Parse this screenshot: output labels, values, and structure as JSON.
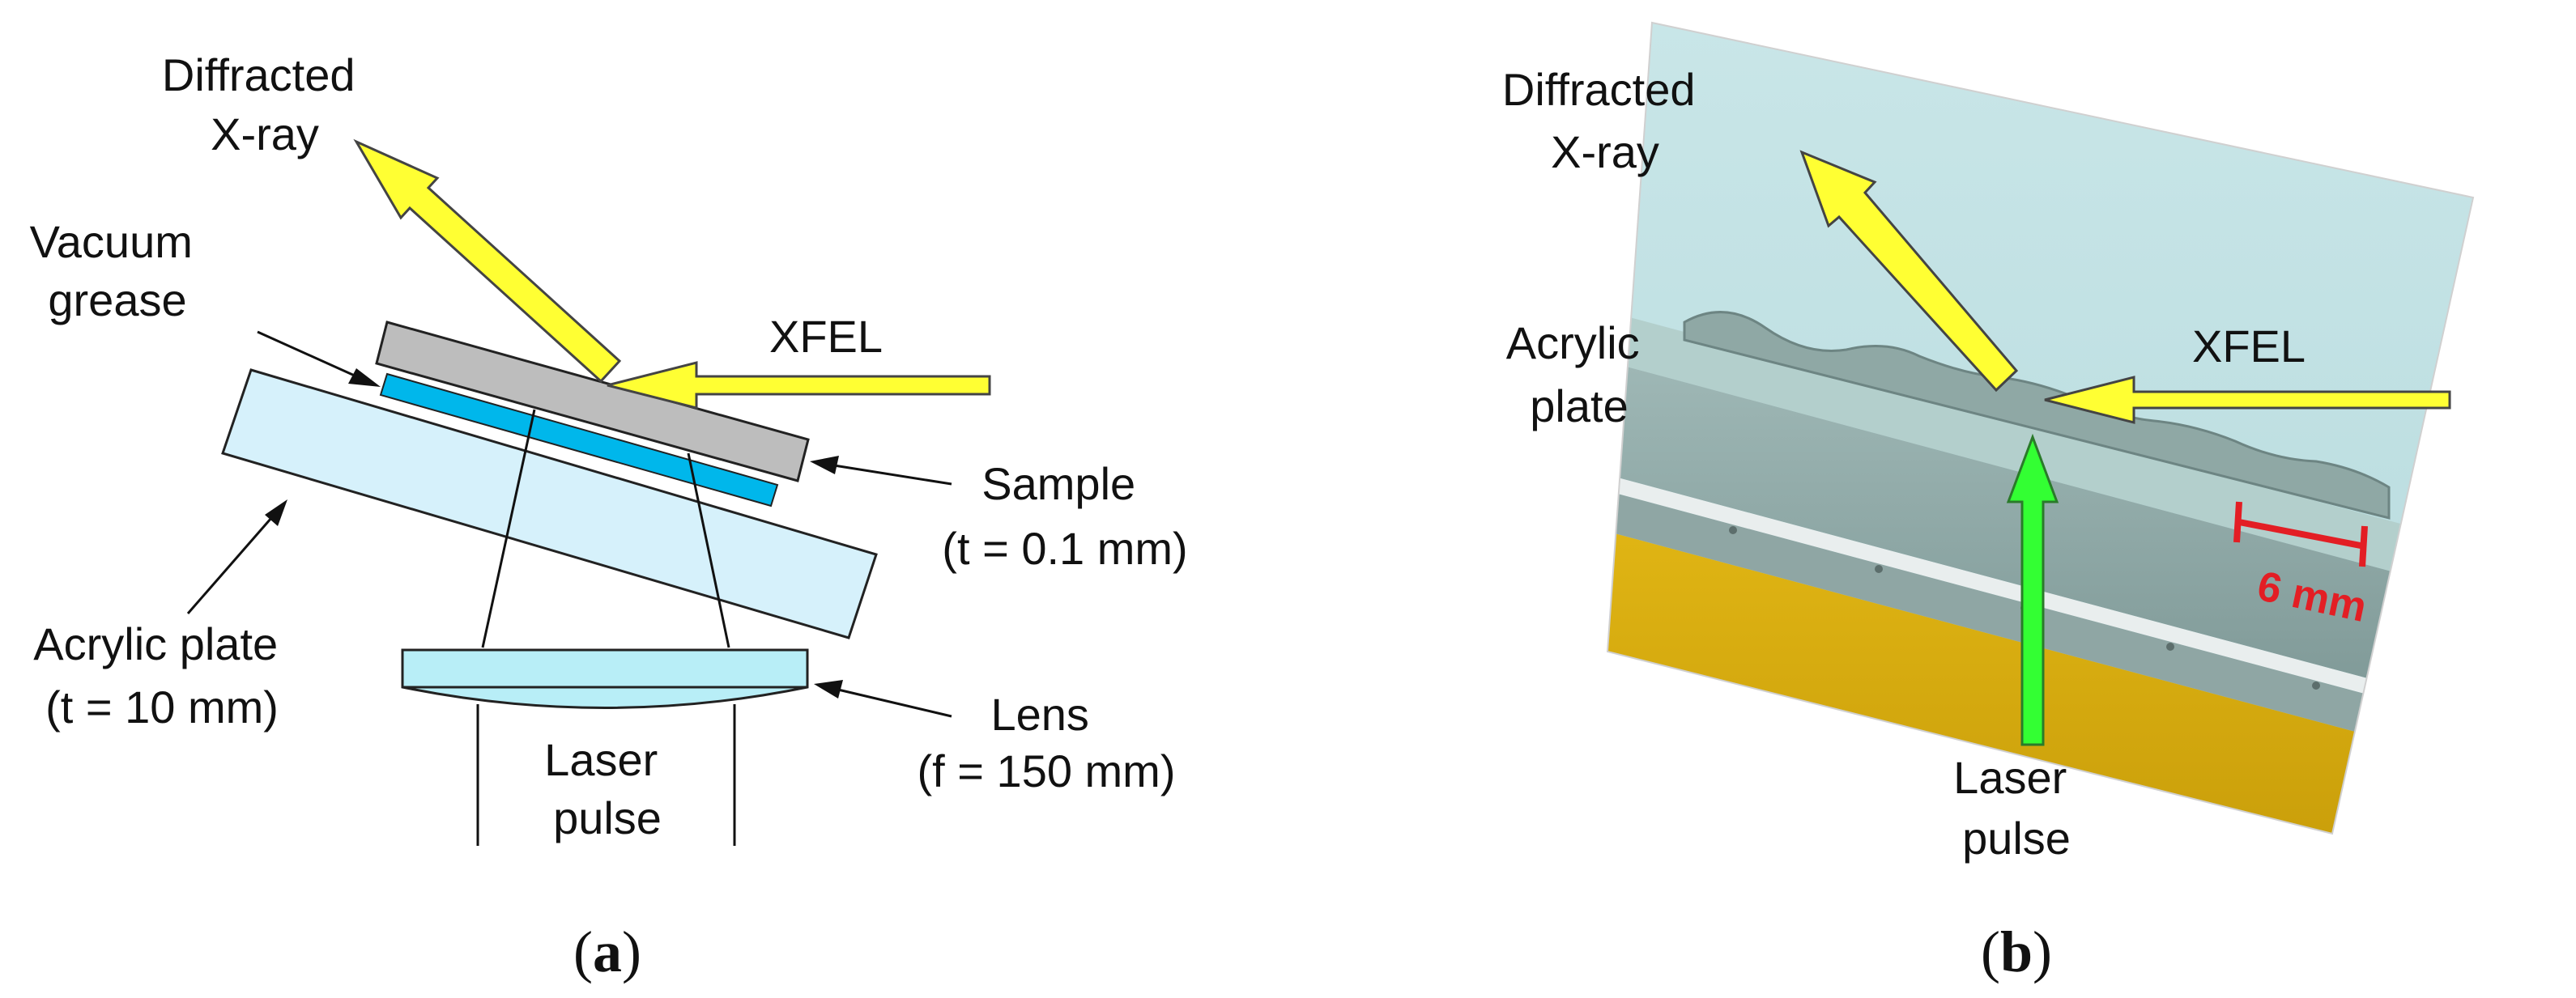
{
  "panel_a": {
    "label_diffracted": [
      "Diffracted",
      "X-ray"
    ],
    "label_vacuum_grease": [
      "Vacuum",
      "grease"
    ],
    "label_xfel": "XFEL",
    "label_sample": [
      "Sample",
      "(t = 0.1 mm)"
    ],
    "label_acrylic_plate": [
      "Acrylic plate",
      "(t = 10 mm)"
    ],
    "label_lens": [
      "Lens",
      "(f = 150 mm)"
    ],
    "label_laser_pulse": [
      "Laser",
      "pulse"
    ],
    "caption_open": "(",
    "caption_letter": "a",
    "caption_close": ")"
  },
  "panel_b": {
    "label_diffracted": [
      "Diffracted",
      "X-ray"
    ],
    "label_acrylic_plate": [
      "Acrylic",
      "plate"
    ],
    "label_xfel": "XFEL",
    "label_laser_pulse": [
      "Laser",
      "pulse"
    ],
    "scale_bar_label": "6 mm",
    "caption_open": "(",
    "caption_letter": "b",
    "caption_close": ")"
  },
  "colors": {
    "xray_arrow": "#ffff33",
    "laser_arrow": "#33ff33",
    "grease": "#00b7eb",
    "acrylic": "#d6f1fb",
    "sample": "#bdbdbd",
    "lens": "#b8eef7",
    "scale_bar": "#e31e24"
  }
}
